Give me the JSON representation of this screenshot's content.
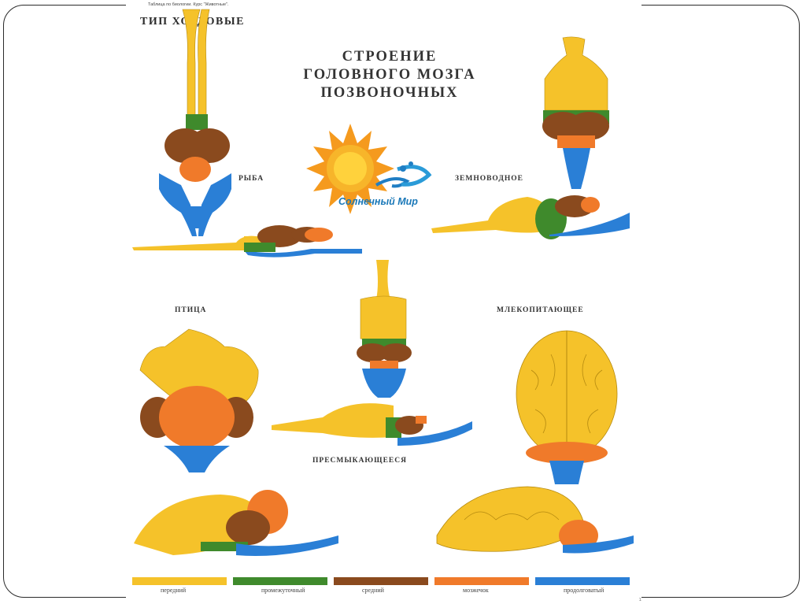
{
  "poster": {
    "source_note": "Таблица по биологии. Курс \"Животные\".",
    "heading": "ТИП ХОРДОВЫЕ",
    "title_lines": [
      "СТРОЕНИЕ",
      "ГОЛОВНОГО МОЗГА",
      "ПОЗВОНОЧНЫХ"
    ],
    "brand": "Солнечный Мир",
    "page_number": "11"
  },
  "labels": {
    "fish": "РЫБА",
    "amphibian": "ЗЕМНОВОДНОЕ",
    "bird": "ПТИЦА",
    "mammal": "МЛЕКОПИТАЮЩЕЕ",
    "reptile": "ПРЕСМЫКАЮЩЕЕСЯ"
  },
  "legend": [
    {
      "label": "передний",
      "color": "#f5c22a"
    },
    {
      "label": "промежуточный",
      "color": "#3f8a2c"
    },
    {
      "label": "средний",
      "color": "#8a4a1e"
    },
    {
      "label": "мозжечок",
      "color": "#f07a2a"
    },
    {
      "label": "продолговатый",
      "color": "#2a7fd6"
    }
  ],
  "colors": {
    "forebrain": "#f5c22a",
    "diencephalon": "#3f8a2c",
    "midbrain": "#8a4a1e",
    "cerebellum": "#f07a2a",
    "medulla": "#2a7fd6",
    "sun": "#f59a1e"
  }
}
